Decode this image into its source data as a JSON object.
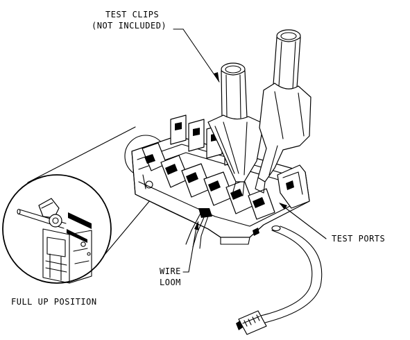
{
  "labels": {
    "test_clips_line1": "TEST CLIPS",
    "test_clips_line2": "(NOT INCLUDED)",
    "test_ports": "TEST PORTS",
    "wire_line1": "WIRE",
    "wire_line2": "LOOM",
    "full_up_position": "FULL UP POSITION"
  },
  "colors": {
    "line": "#000000",
    "background": "#ffffff"
  }
}
